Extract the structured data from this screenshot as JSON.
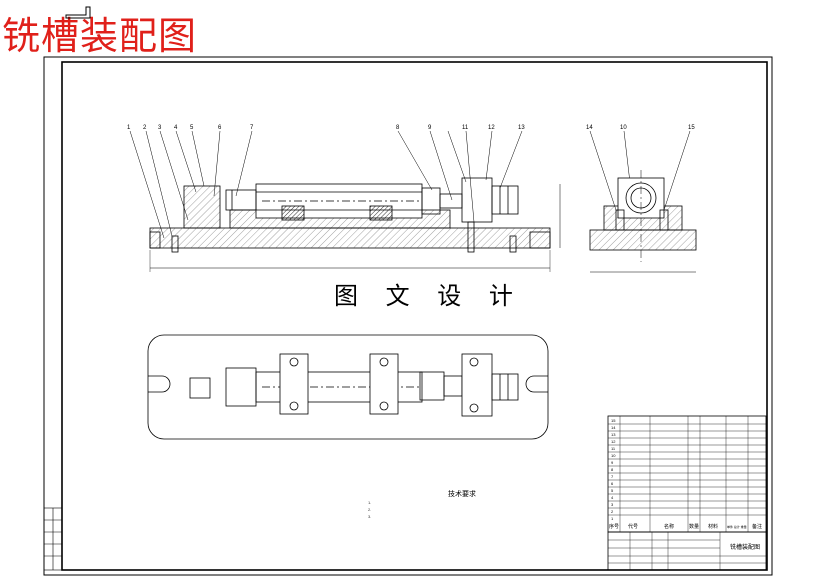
{
  "title": "铣槽装配图",
  "watermark": "图 文 设 计",
  "tech_requirements": {
    "title": "技术要求",
    "lines": [
      "1.",
      "2.",
      "3."
    ]
  },
  "part_callouts": [
    "1",
    "2",
    "3",
    "4",
    "5",
    "6",
    "7",
    "8",
    "9",
    "11",
    "12",
    "13",
    "14",
    "10",
    "15"
  ],
  "parts_list": {
    "row_numbers": [
      "15",
      "14",
      "13",
      "12",
      "11",
      "10",
      "9",
      "8",
      "7",
      "6",
      "5",
      "4",
      "3",
      "2",
      "1"
    ],
    "header": {
      "seq": "序号",
      "code": "代号",
      "name": "名称",
      "qty": "数量",
      "material": "材料",
      "weight": "单件 总计 重量",
      "note": "备注"
    }
  },
  "title_block": {
    "drawing_name": "铣槽装配图"
  },
  "colors": {
    "title": "#e0201a",
    "line": "#000000",
    "background": "#ffffff"
  }
}
